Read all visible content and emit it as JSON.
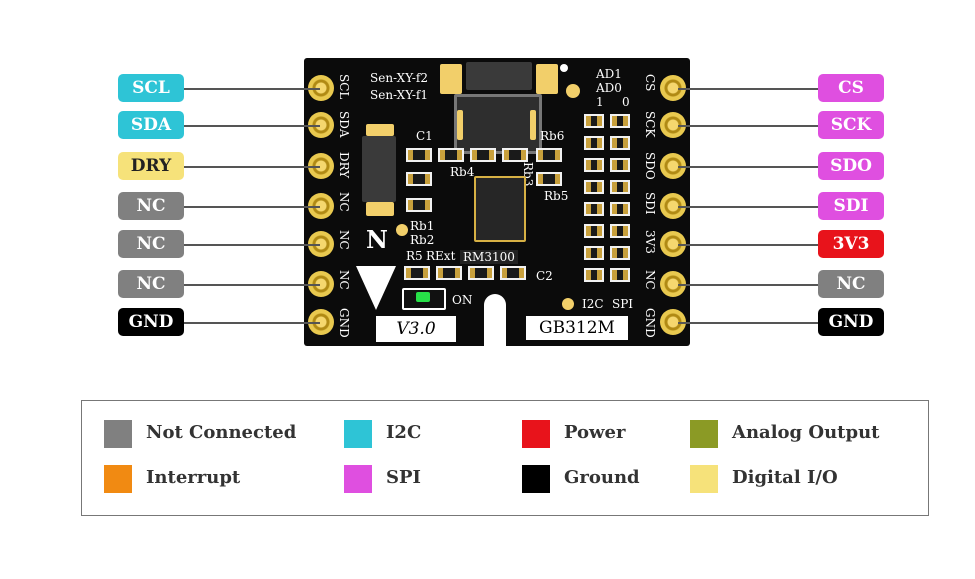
{
  "colors": {
    "not_connected": "#808080",
    "i2c": "#2ec4d6",
    "power": "#e8131b",
    "analog": "#8b9a25",
    "interrupt": "#f18a12",
    "spi": "#df4fe0",
    "ground": "#000000",
    "digital_io": "#f6e27a"
  },
  "left_pins": [
    {
      "label": "SCL",
      "type": "i2c"
    },
    {
      "label": "SDA",
      "type": "i2c"
    },
    {
      "label": "DRY",
      "type": "digital_io"
    },
    {
      "label": "NC",
      "type": "not_connected"
    },
    {
      "label": "NC",
      "type": "not_connected"
    },
    {
      "label": "NC",
      "type": "not_connected"
    },
    {
      "label": "GND",
      "type": "ground"
    }
  ],
  "right_pins": [
    {
      "label": "CS",
      "type": "spi"
    },
    {
      "label": "SCK",
      "type": "spi"
    },
    {
      "label": "SDO",
      "type": "spi"
    },
    {
      "label": "SDI",
      "type": "spi"
    },
    {
      "label": "3V3",
      "type": "power"
    },
    {
      "label": "NC",
      "type": "not_connected"
    },
    {
      "label": "GND",
      "type": "ground"
    }
  ],
  "board": {
    "left_silk": [
      "SCL",
      "SDA",
      "DRY",
      "NC",
      "NC",
      "NC",
      "GND"
    ],
    "right_silk": [
      "CS",
      "SCK",
      "SDO",
      "SDI",
      "3V3",
      "NC",
      "GND"
    ],
    "sen_f2": "Sen-XY-f2",
    "sen_f1": "Sen-XY-f1",
    "ad1": "AD1",
    "ad0": "AD0",
    "one": "1",
    "zero": "0",
    "c1": "C1",
    "rb4": "Rb4",
    "rb3": "Rb3",
    "rb6": "Rb6",
    "rb5": "Rb5",
    "rb1": "Rb1",
    "rb2": "Rb2",
    "north": "N",
    "r5": "R5",
    "rext": "RExt",
    "chip": "RM3100",
    "c2": "C2",
    "on": "ON",
    "i2c": "I2C",
    "spi": "SPI",
    "version": "V3.0",
    "model": "GB312M"
  },
  "legend": [
    {
      "label": "Not Connected",
      "type": "not_connected"
    },
    {
      "label": "I2C",
      "type": "i2c"
    },
    {
      "label": "Power",
      "type": "power"
    },
    {
      "label": "Analog Output",
      "type": "analog"
    },
    {
      "label": "Interrupt",
      "type": "interrupt"
    },
    {
      "label": "SPI",
      "type": "spi"
    },
    {
      "label": "Ground",
      "type": "ground"
    },
    {
      "label": "Digital I/O",
      "type": "digital_io"
    }
  ]
}
